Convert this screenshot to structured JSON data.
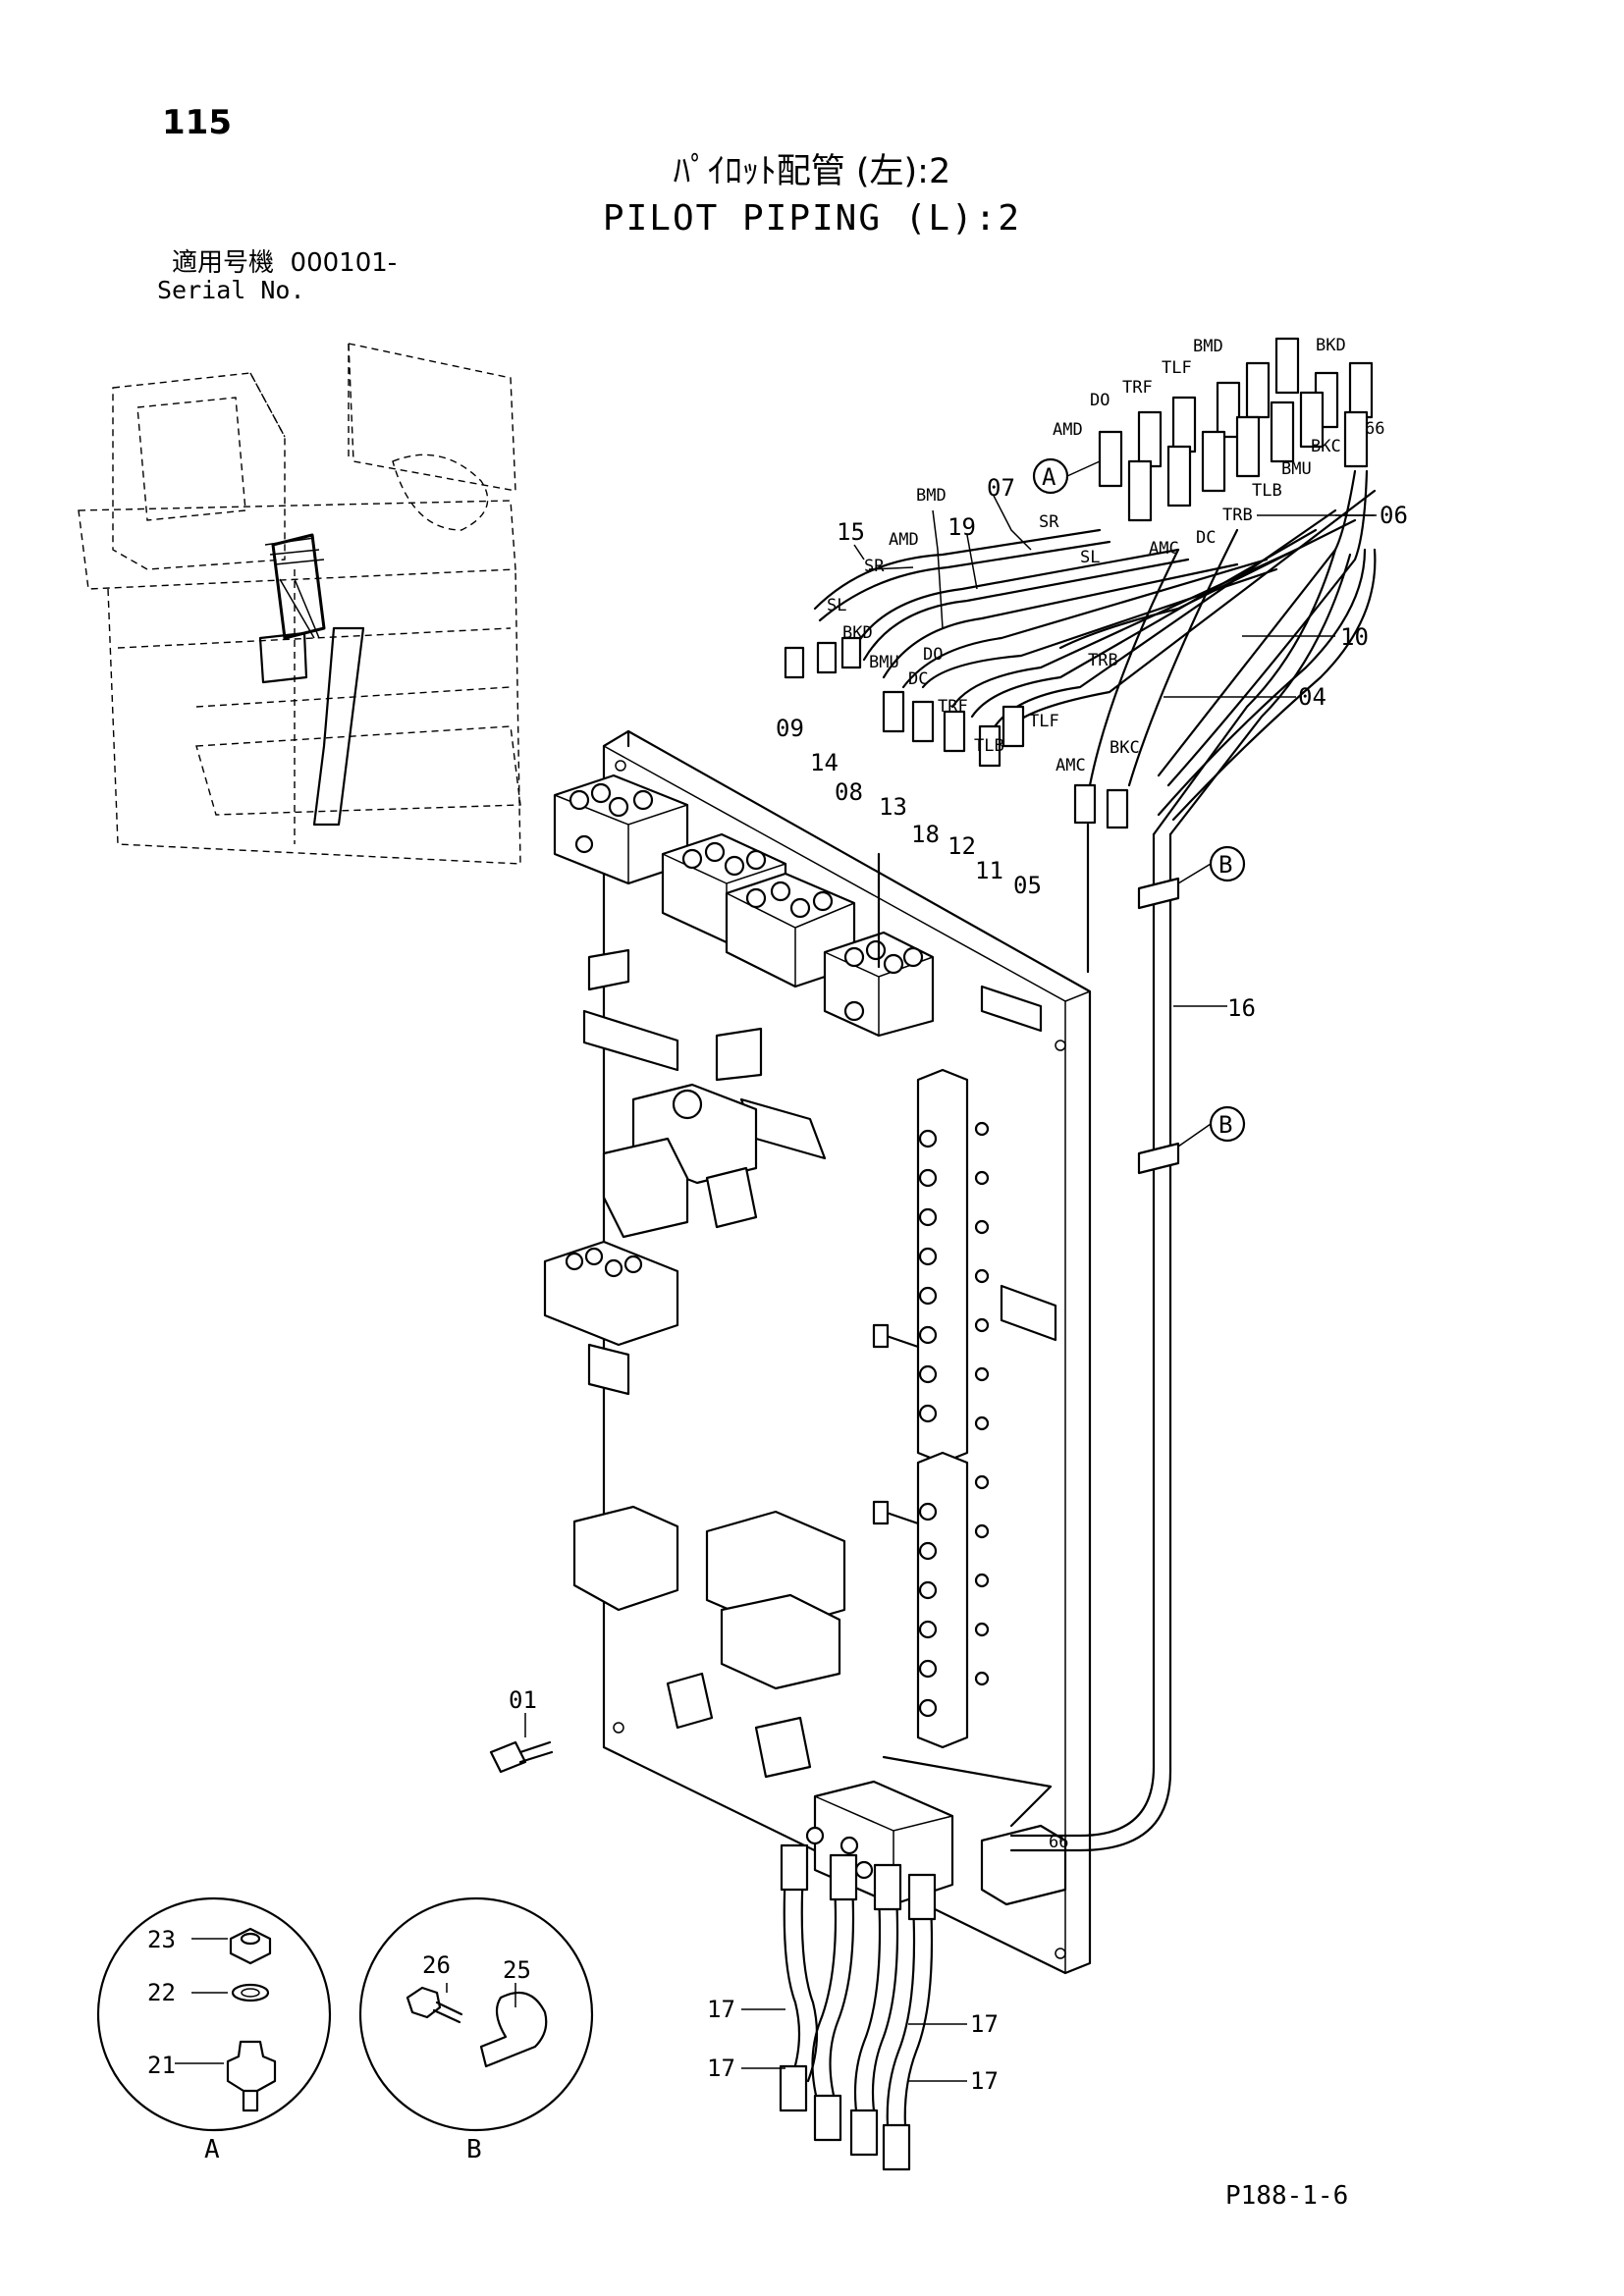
{
  "header": {
    "page_number": "115",
    "title_jp": "ﾊﾟｲﾛｯﾄ配管 (左):2",
    "title_en": "PILOT PIPING (L):2",
    "serial_label_jp": "適用号機",
    "serial_value": "000101-",
    "serial_label_en": "Serial No."
  },
  "callouts": {
    "c01": "01",
    "c04": "04",
    "c05": "05",
    "c06": "06",
    "c07": "07",
    "c08": "08",
    "c09": "09",
    "c10": "10",
    "c11": "11",
    "c12": "12",
    "c13": "13",
    "c14": "14",
    "c15": "15",
    "c16": "16",
    "c17a": "17",
    "c17b": "17",
    "c17c": "17",
    "c17d": "17",
    "c18": "18",
    "c19": "19",
    "c21": "21",
    "c22": "22",
    "c23": "23",
    "c25": "25",
    "c26": "26"
  },
  "port_labels": {
    "bmd_top": "BMD",
    "bkd_top": "BKD",
    "tlf_top": "TLF",
    "trf_top": "TRF",
    "do_top": "DO",
    "amd_top": "AMD",
    "n66_top": "66",
    "bkc_top": "BKC",
    "bmu_top": "BMU",
    "tlb_top": "TLB",
    "trb_top": "TRB",
    "dc_top": "DC",
    "amc_top": "AMC",
    "sl_top": "SL",
    "sr_top": "SR",
    "bmd_mid": "BMD",
    "amd_mid": "AMD",
    "sr_mid": "SR",
    "sl_mid": "SL",
    "bkd_mid": "BKD",
    "bmu_mid": "BMU",
    "do_mid": "DO",
    "dc_mid": "DC",
    "trf_mid": "TRF",
    "trb_mid": "TRB",
    "tlb_mid": "TLB",
    "tlf_mid": "TLF",
    "amc_mid": "AMC",
    "bkc_mid": "BKC",
    "n66_bottom": "66"
  },
  "detail_markers": {
    "a_circle": "A",
    "b_circle_1": "B",
    "b_circle_2": "B",
    "detail_a": "A",
    "detail_b": "B"
  },
  "footer": {
    "page_code": "P188-1-6"
  }
}
